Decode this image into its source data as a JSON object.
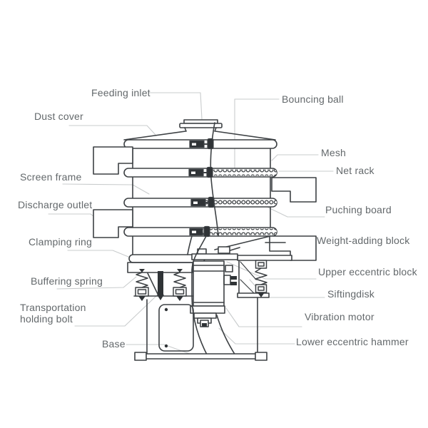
{
  "colors": {
    "machine_line": "#3d4144",
    "dark_fill": "#2f3336",
    "leader_line": "#c9cccd",
    "label_text": "#63686b",
    "background": "#ffffff"
  },
  "labels": {
    "feeding_inlet": "Feeding inlet",
    "bouncing_ball": "Bouncing ball",
    "dust_cover": "Dust cover",
    "mesh": "Mesh",
    "net_rack": "Net rack",
    "screen_frame": "Screen frame",
    "discharge_outlet": "Discharge outlet",
    "puching_board": "Puching board",
    "clamping_ring": "Clamping ring",
    "weight_adding_block": "Weight-adding block",
    "upper_eccentric_block": "Upper eccentric block",
    "buffering_spring": "Buffering spring",
    "siftingdisk": "Siftingdisk",
    "transportation_holding_bolt": "Transportation holding bolt",
    "vibration_motor": "Vibration motor",
    "base": "Base",
    "lower_eccentric_hammer": "Lower eccentric hammer"
  }
}
